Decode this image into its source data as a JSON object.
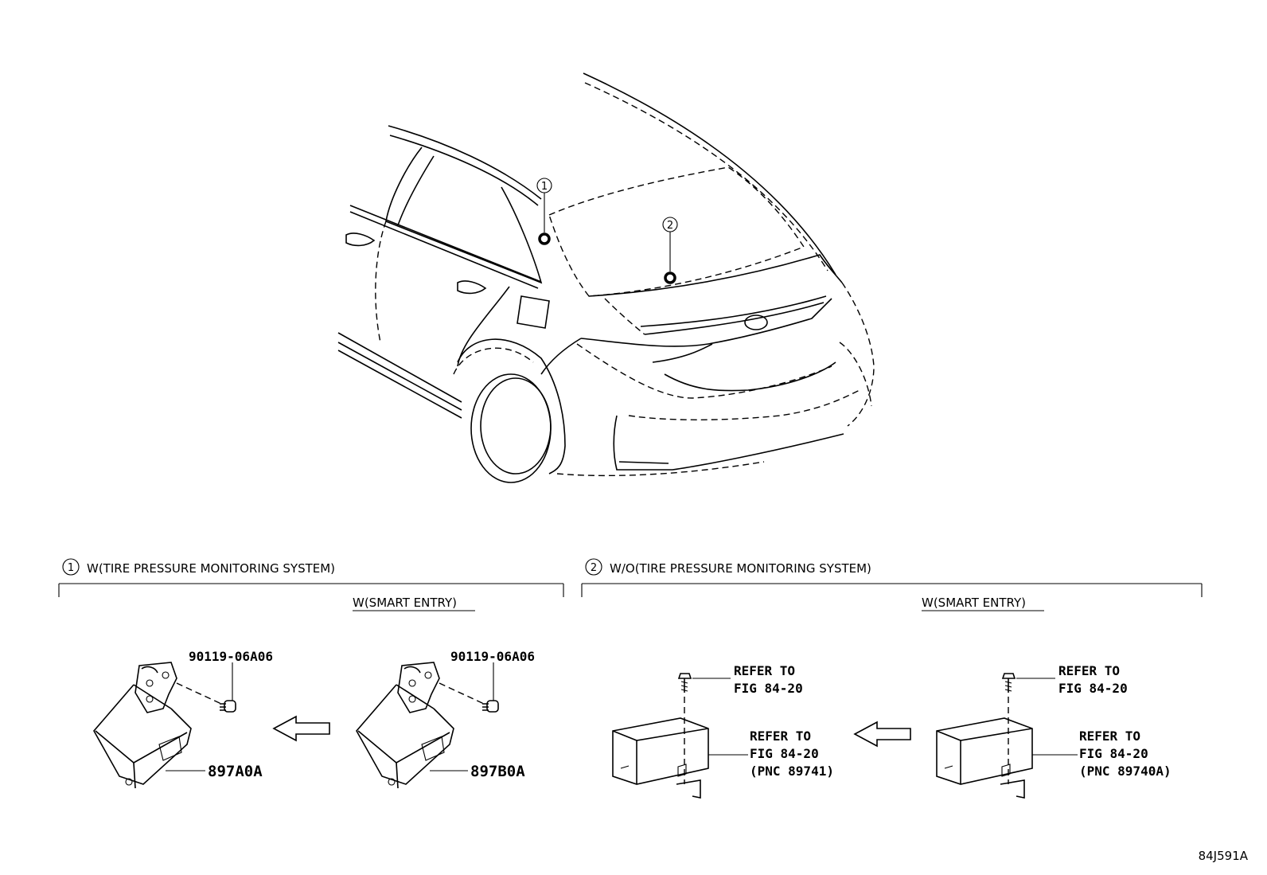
{
  "callouts": {
    "c1_num": "1",
    "c2_num": "2"
  },
  "section1": {
    "num": "1",
    "title": "W(TIRE PRESSURE MONITORING SYSTEM)",
    "subtitle": "W(SMART ENTRY)",
    "left_part": {
      "bolt": "90119-06A06",
      "unit": "897A0A"
    },
    "right_part": {
      "bolt": "90119-06A06",
      "unit": "897B0A"
    }
  },
  "section2": {
    "num": "2",
    "title": "W/O(TIRE PRESSURE MONITORING SYSTEM)",
    "subtitle": "W(SMART ENTRY)",
    "left_part": {
      "bolt_ref_1": "REFER TO",
      "bolt_ref_2": "FIG 84-20",
      "unit_ref_1": "REFER TO",
      "unit_ref_2": "FIG 84-20",
      "unit_ref_3": "(PNC 89741)"
    },
    "right_part": {
      "bolt_ref_1": "REFER TO",
      "bolt_ref_2": "FIG 84-20",
      "unit_ref_1": "REFER TO",
      "unit_ref_2": "FIG 84-20",
      "unit_ref_3": "(PNC 89740A)"
    }
  },
  "figure_code": "84J591A"
}
